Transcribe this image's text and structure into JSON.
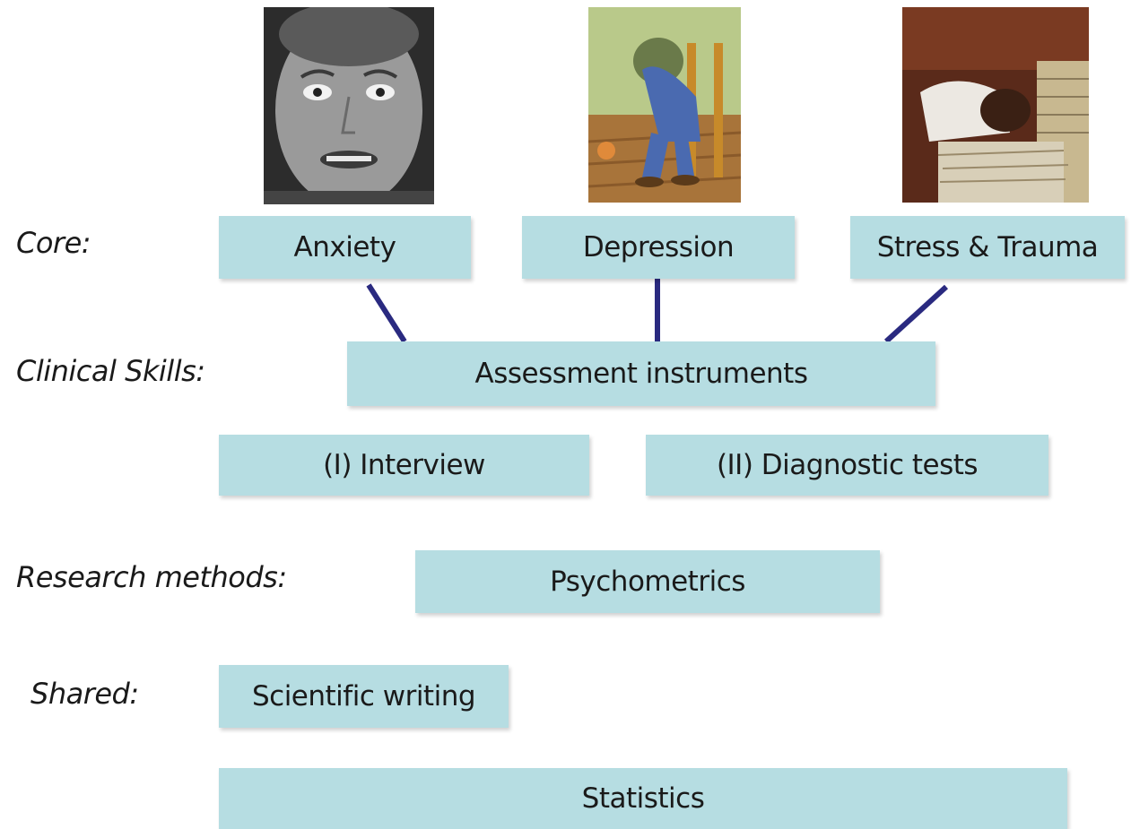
{
  "labels": {
    "core": "Core:",
    "clinical_skills": "Clinical Skills:",
    "research_methods": "Research methods:",
    "shared": "Shared:"
  },
  "boxes": {
    "anxiety": "Anxiety",
    "depression": "Depression",
    "stress_trauma": "Stress & Trauma",
    "assessment": "Assessment instruments",
    "interview": "(I) Interview",
    "diagnostic_tests": "(II) Diagnostic tests",
    "psychometrics": "Psychometrics",
    "scientific_writing": "Scientific writing",
    "statistics": "Statistics"
  },
  "colors": {
    "box_fill": "#b6dde2",
    "connector": "#2a2a80"
  },
  "images": {
    "anxiety": "anxious-face-photo",
    "depression": "seated-grieving-man-painting",
    "stress_trauma": "person-head-down-on-papers-photo"
  }
}
